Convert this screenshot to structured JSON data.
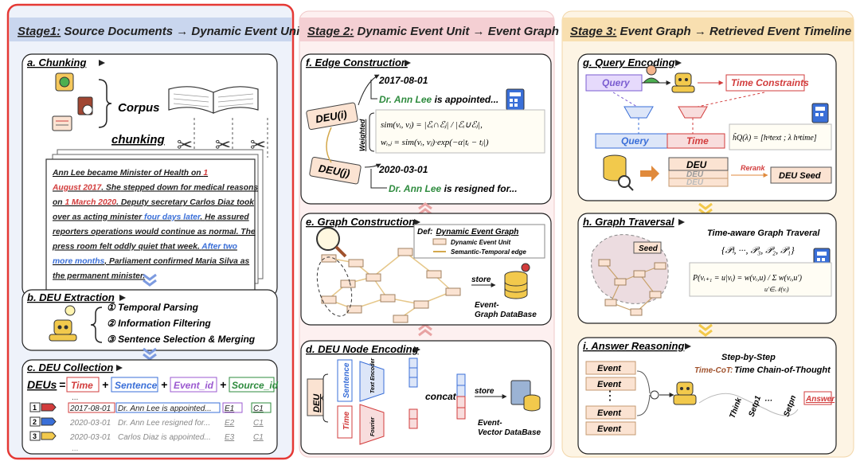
{
  "stage1": {
    "title_prefix": "Stage1:",
    "title_rest": " Source Documents → Dynamic Event Unit",
    "chunking": {
      "label": "a. Chunking",
      "corpus": "Corpus",
      "chunking": "chunking",
      "doc_lines": [
        [
          {
            "t": "Ann Lee became Minister of Health on ",
            "c": "k"
          },
          {
            "t": "1",
            "c": "r"
          }
        ],
        [
          {
            "t": "August 2017",
            "c": "r"
          },
          {
            "t": ". ",
            "c": "k"
          },
          {
            "t": "She",
            "c": "k"
          },
          {
            "t": " stepped down for medical reasons",
            "c": "k"
          }
        ],
        [
          {
            "t": "on ",
            "c": "k"
          },
          {
            "t": "1 March 2020",
            "c": "r"
          },
          {
            "t": ". Deputy secretary Carlos Diaz took",
            "c": "k"
          }
        ],
        [
          {
            "t": "over as acting minister ",
            "c": "k"
          },
          {
            "t": "four days later",
            "c": "b"
          },
          {
            "t": ". ",
            "c": "k"
          },
          {
            "t": "He",
            "c": "k"
          },
          {
            "t": " assured",
            "c": "k"
          }
        ],
        [
          {
            "t": "reporters operations would continue as normal. The",
            "c": "k"
          }
        ],
        [
          {
            "t": "press room felt oddly quiet that week. ",
            "c": "k"
          },
          {
            "t": "After two",
            "c": "b"
          }
        ],
        [
          {
            "t": "more months",
            "c": "b"
          },
          {
            "t": ", Parliament confirmed Maria Silva as",
            "c": "k"
          }
        ],
        [
          {
            "t": "the permanent minister.",
            "c": "k"
          }
        ]
      ]
    },
    "extraction": {
      "label": "b. DEU Extraction",
      "items": [
        "① Temporal Parsing",
        "② Information Filtering",
        "③ Sentence Selection & Merging"
      ]
    },
    "collection": {
      "label": "c. DEU Collection",
      "deus": "DEUs",
      "eq": "=",
      "plus": "+",
      "fields": [
        "Time",
        "Sentence",
        "Event_id",
        "Source_id"
      ],
      "dots": "...",
      "rows": [
        {
          "num": "1",
          "date": "2017-08-01",
          "text": "Dr. Ann Lee is appointed...",
          "eid": "E1",
          "sid": "C1"
        },
        {
          "num": "2",
          "date": "2020-03-01",
          "text": "Dr. Ann Lee resigned for...",
          "eid": "E2",
          "sid": "C1"
        },
        {
          "num": "3",
          "date": "2020-03-01",
          "text": "Carlos Diaz is appointed...",
          "eid": "E3",
          "sid": "C1"
        }
      ]
    }
  },
  "stage2": {
    "title_prefix": "Stage 2:",
    "title_rest": " Dynamic Event Unit → Event Graph",
    "edge": {
      "label": "f. Edge Construction",
      "deu_i": "DEU(i)",
      "deu_j": "DEU(j)",
      "date1": "2017-08-01",
      "name1": "Dr. Ann Lee",
      "rest1": " is appointed...",
      "date2": "2020-03-01",
      "name2": "Dr. Ann Lee",
      "rest2": " is resigned for...",
      "weighted": "Weighted",
      "formula1": "sim(vᵢ, vⱼ) = |ℰᵢ∩ℰⱼ| / |ℰᵢ∪ℰⱼ|,",
      "formula2": "wᵢ,ⱼ = sim(vᵢ, vⱼ)·exp(−α|tᵢ − tⱼ|)"
    },
    "graph": {
      "label": "e. Graph Construction",
      "def_prefix": "Def:",
      "def_title": "Dynamic Event Graph",
      "legend_unit": "Dynamic Event Unit",
      "legend_edge": "Semantic-Temporal edge",
      "store": "store",
      "db": "Event-\nGraph DataBase"
    },
    "node": {
      "label": "d. DEU Node Encoding",
      "deu": "DEU",
      "sentence": "Sentence",
      "time": "Time",
      "text_encoder": "Text Encoder",
      "fourier": "Fourier",
      "concat": "concat",
      "store": "store",
      "db": "Event-\nVector DataBase"
    }
  },
  "stage3": {
    "title_prefix": "Stage 3:",
    "title_rest": " Event Graph → Retrieved Event Timeline",
    "query": {
      "label": "g. Query Encoding",
      "query": "Query",
      "time_constraints": "Time Constraints",
      "query_box": "Query",
      "time_box": "Time",
      "formula": "h̃Q(λ) = [hᵠtext ; λ hᵠtime]",
      "deu_stack": [
        "DEU",
        "DEU",
        "DEU"
      ],
      "rerank": "Rerank",
      "seed": "DEU Seed"
    },
    "traversal": {
      "label": "h. Graph Traversal",
      "title": "Time-aware Graph Traveral",
      "seq": "{𝒫ₗ, ···, 𝒫₃, 𝒫₂, 𝒫₁}",
      "seed": "Seed",
      "formula": "P(vᵢ₊₁ = u|vᵢ) = w(vᵢ,u) / Σ w(vᵢ,u′)",
      "sum_under": "u′∈𝒩(vᵢ)"
    },
    "answer": {
      "label": "i. Answer Reasoning",
      "events": [
        "Event",
        "Event",
        "Event",
        "Event"
      ],
      "vdots": "⋮",
      "step1": "Step-by-Step",
      "step2": "Time Chain-of-Thought",
      "cot": "Time-CoT:",
      "chain": [
        "Think",
        "Setp1",
        "···",
        "Setpn"
      ],
      "answer": "Answer"
    }
  }
}
